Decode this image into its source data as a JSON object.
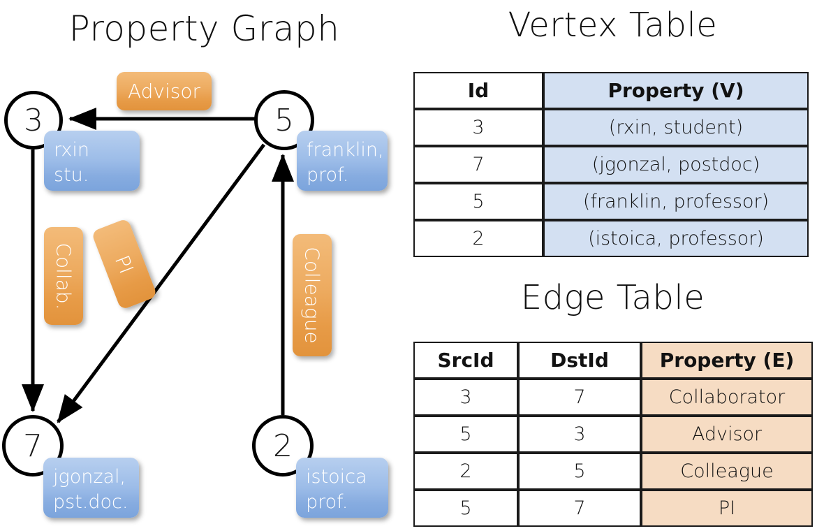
{
  "titles": {
    "property_graph": "Property Graph",
    "vertex_table": "Vertex Table",
    "edge_table": "Edge Table"
  },
  "graph": {
    "nodes": [
      {
        "id": "3",
        "property_lines": [
          "rxin",
          "stu."
        ]
      },
      {
        "id": "5",
        "property_lines": [
          "franklin,",
          "prof."
        ]
      },
      {
        "id": "7",
        "property_lines": [
          "jgonzal,",
          "pst.doc."
        ]
      },
      {
        "id": "2",
        "property_lines": [
          "istoica",
          "prof."
        ]
      }
    ],
    "edge_labels": [
      {
        "name": "advisor",
        "text": "Advisor"
      },
      {
        "name": "collab",
        "text": "Collab."
      },
      {
        "name": "pi",
        "text": "PI"
      },
      {
        "name": "colleague",
        "text": "Colleague"
      }
    ],
    "edges": [
      {
        "from": "5",
        "to": "3",
        "label": "Advisor"
      },
      {
        "from": "3",
        "to": "7",
        "label": "Collab."
      },
      {
        "from": "5",
        "to": "7",
        "label": "PI"
      },
      {
        "from": "2",
        "to": "5",
        "label": "Colleague"
      }
    ]
  },
  "vertex_table": {
    "headers": [
      "Id",
      "Property (V)"
    ],
    "rows": [
      [
        "3",
        "(rxin, student)"
      ],
      [
        "7",
        "(jgonzal, postdoc)"
      ],
      [
        "5",
        "(franklin, professor)"
      ],
      [
        "2",
        "(istoica, professor)"
      ]
    ]
  },
  "edge_table": {
    "headers": [
      "SrcId",
      "DstId",
      "Property (E)"
    ],
    "rows": [
      [
        "3",
        "7",
        "Collaborator"
      ],
      [
        "5",
        "3",
        "Advisor"
      ],
      [
        "2",
        "5",
        "Colleague"
      ],
      [
        "5",
        "7",
        "PI"
      ]
    ]
  },
  "colors": {
    "vertex_property_fill": "#d3e0f2",
    "edge_property_fill": "#f6dcc3",
    "node_box_blue": "#9cbce8",
    "edge_label_orange": "#edab60",
    "stroke": "#1a1a1a"
  }
}
